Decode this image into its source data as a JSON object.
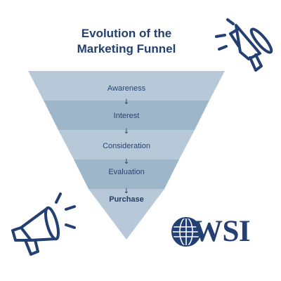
{
  "title": {
    "line1": "Evolution of the",
    "line2": "Marketing Funnel"
  },
  "funnel": {
    "stages": [
      "Awareness",
      "Interest",
      "Consideration",
      "Evaluation",
      "Purchase"
    ],
    "arrow": "↓",
    "colors": [
      "#b7c9d8",
      "#9db6ca",
      "#b7c9d8",
      "#9db6ca",
      "#b7c9d8"
    ]
  },
  "icons": {
    "top_right": "megaphone-icon",
    "bottom_left": "megaphone-icon",
    "logo_globe": "globe-icon"
  },
  "logo": {
    "text": "WSI",
    "color": "#243f72"
  }
}
